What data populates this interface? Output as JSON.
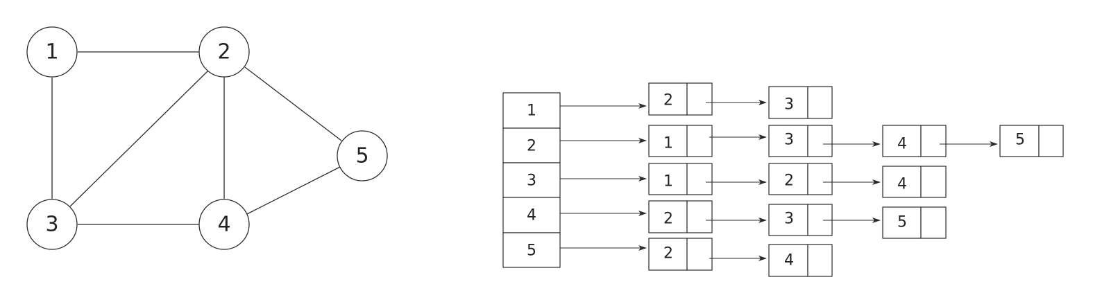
{
  "graph": {
    "nodes": [
      "1",
      "2",
      "3",
      "4",
      "5"
    ],
    "edges": [
      [
        "1",
        "2"
      ],
      [
        "1",
        "3"
      ],
      [
        "2",
        "3"
      ],
      [
        "2",
        "4"
      ],
      [
        "2",
        "5"
      ],
      [
        "3",
        "4"
      ],
      [
        "4",
        "5"
      ]
    ]
  },
  "adjacency_list": {
    "head": [
      "1",
      "2",
      "3",
      "4",
      "5"
    ],
    "lists": [
      [
        "2",
        "3"
      ],
      [
        "1",
        "3",
        "4",
        "5"
      ],
      [
        "1",
        "2",
        "4"
      ],
      [
        "2",
        "3",
        "5"
      ],
      [
        "2",
        "4"
      ]
    ]
  },
  "colors": {
    "stroke": "#2a2a2a",
    "text": "#222222",
    "background": "#ffffff"
  }
}
